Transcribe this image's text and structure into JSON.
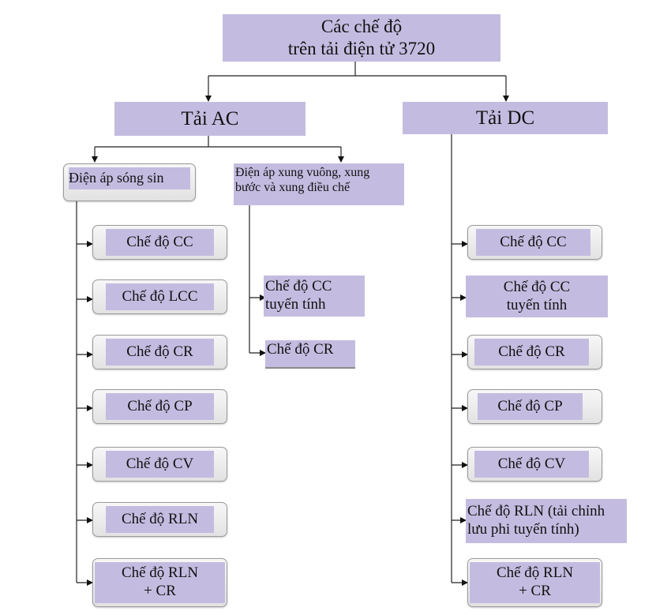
{
  "root": {
    "line1": "Các chế độ",
    "line2": "trên tải điện tử 3720"
  },
  "ac": {
    "label": "Tải AC",
    "sine": {
      "label": "Điện áp sóng sin",
      "modes": [
        "Chế độ CC",
        "Chế độ LCC",
        "Chế độ CR",
        "Chế độ CP",
        "Chế độ CV",
        "Chế độ RLN",
        "Chế độ RLN\n+ CR"
      ]
    },
    "square": {
      "label": "Điện áp xung vuông, xung\nbước và xung điều chế",
      "modes": [
        "Chế độ CC\ntuyến tính",
        "Chế độ CR"
      ]
    }
  },
  "dc": {
    "label": "Tải DC",
    "modes": [
      "Chế độ CC",
      "Chế độ CC\ntuyến tính",
      "Chế độ CR",
      "Chế độ CP",
      "Chế độ CV",
      "Chế độ RLN (tải chỉnh\nlưu phi tuyến tính)",
      "Chế độ RLN\n+ CR"
    ]
  }
}
